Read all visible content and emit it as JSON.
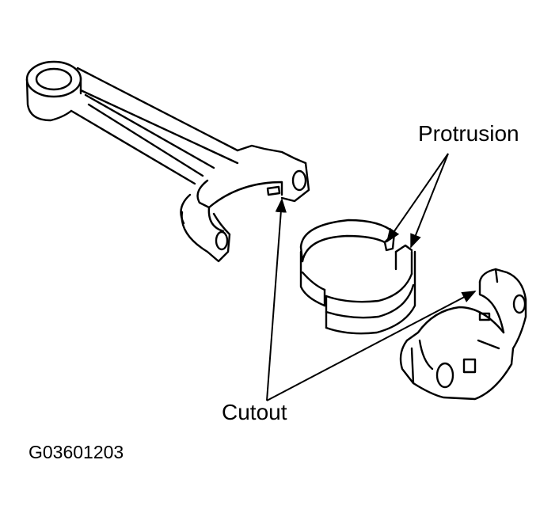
{
  "labels": {
    "protrusion": "Protrusion",
    "cutout": "Cutout",
    "figure_id": "G03601203"
  },
  "colors": {
    "line": "#000000",
    "background": "#ffffff"
  }
}
